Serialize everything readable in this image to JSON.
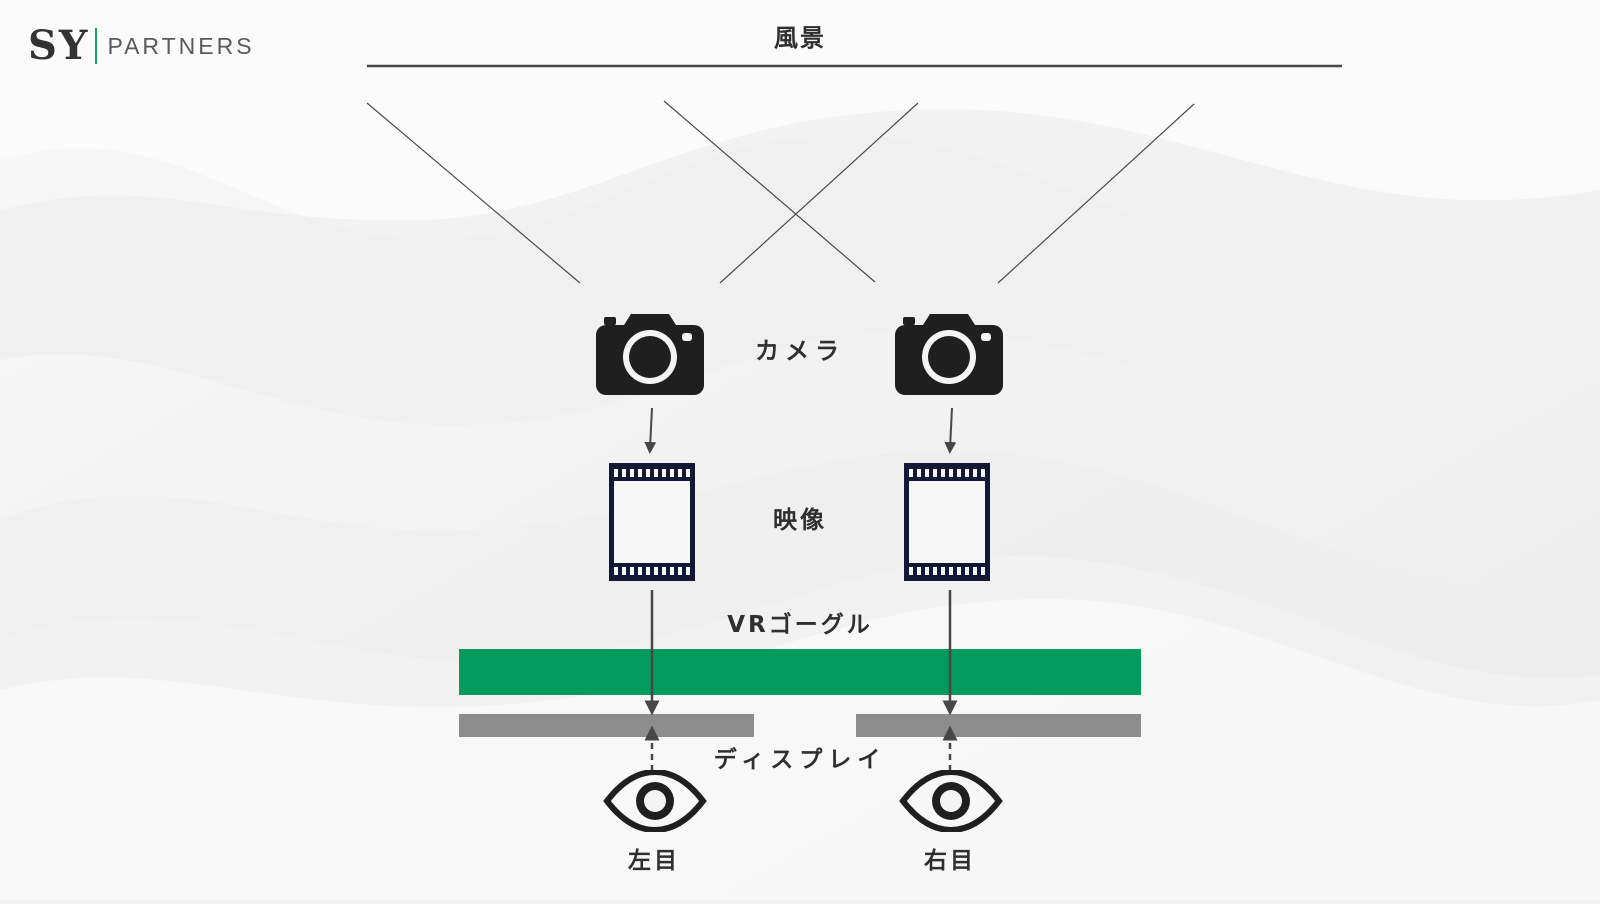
{
  "branding": {
    "mark": "SY",
    "name": "PARTNERS"
  },
  "labels": {
    "scene": "風景",
    "camera": "カメラ",
    "video": "映像",
    "vr_goggles": "VRゴーグル",
    "display": "ディスプレイ",
    "left_eye": "左目",
    "right_eye": "右目"
  },
  "icons": {
    "camera": "camera-icon",
    "film": "film-icon",
    "eye": "eye-icon"
  },
  "colors": {
    "background": "#f3f3f3",
    "dark": "#1f1f1f",
    "line": "#474747",
    "goggle_band": "#019b5e",
    "display_band": "#8d8d8d",
    "film_frame": "#141835",
    "film_window": "#f7f7f7"
  }
}
